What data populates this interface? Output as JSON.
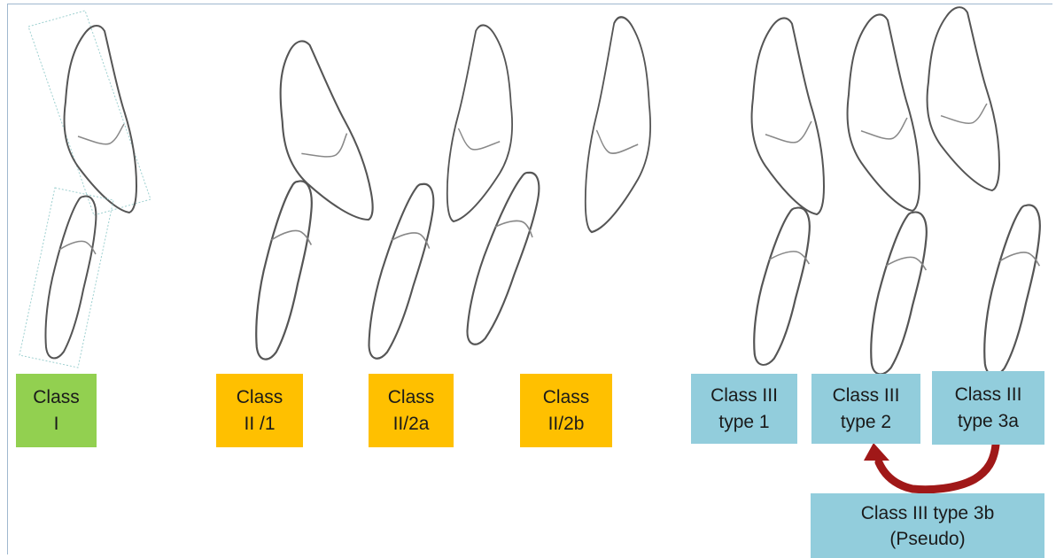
{
  "colors": {
    "class_i": "#92d050",
    "class_ii": "#ffc000",
    "class_iii": "#92cddc",
    "arrow": "#a01818"
  },
  "labels": {
    "class_i": {
      "line1": "Class",
      "line2": "I"
    },
    "class_ii_1": {
      "line1": "Class",
      "line2": "II /1"
    },
    "class_ii_2a": {
      "line1": "Class",
      "line2": "II/2a"
    },
    "class_ii_2b": {
      "line1": "Class",
      "line2": "II/2b"
    },
    "class_iii_t1": {
      "line1": "Class III",
      "line2": "type 1"
    },
    "class_iii_t2": {
      "line1": "Class III",
      "line2": "type 2"
    },
    "class_iii_t3a": {
      "line1": "Class III",
      "line2": "type 3a"
    },
    "class_iii_t3b": {
      "line1": "Class III type 3b",
      "line2": "(Pseudo)"
    }
  },
  "icons": [
    "upper-incisor-icon",
    "lower-incisor-icon",
    "curved-arrow-icon"
  ]
}
